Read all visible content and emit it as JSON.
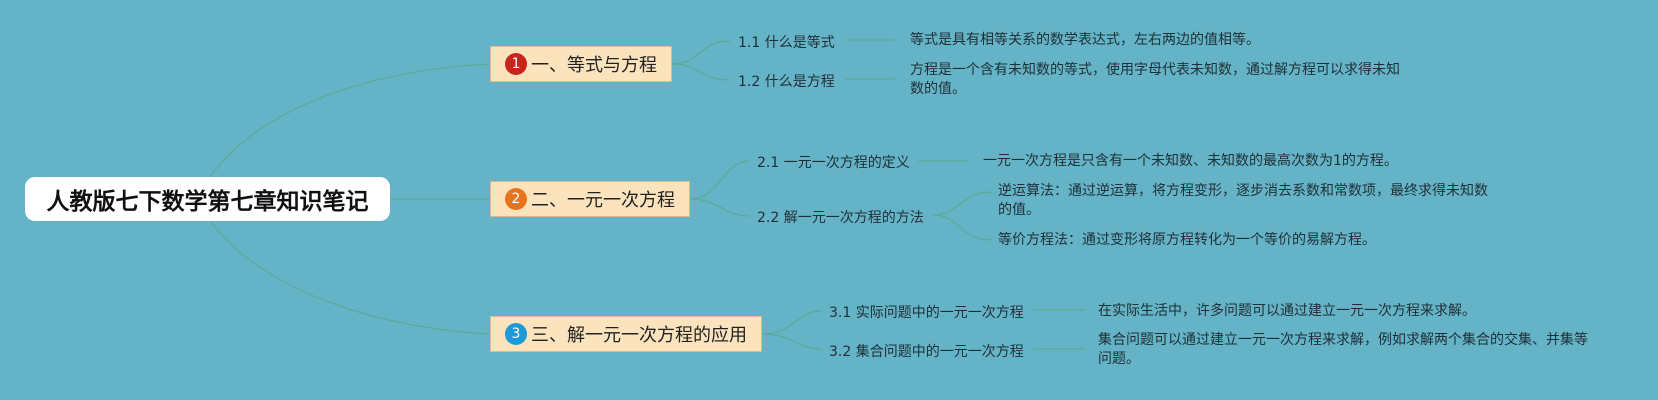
{
  "root": {
    "title": "人教版七下数学第七章知识笔记"
  },
  "branches": [
    {
      "number": "1",
      "badge_color": "#c8251c",
      "title": "一、等式与方程",
      "topics": [
        {
          "title": "1.1 什么是等式",
          "notes": [
            "等式是具有相等关系的数学表达式，左右两边的值相等。"
          ]
        },
        {
          "title": "1.2 什么是方程",
          "notes": [
            "方程是一个含有未知数的等式，使用字母代表未知数，通过解方程可以求得未知数的值。"
          ]
        }
      ]
    },
    {
      "number": "2",
      "badge_color": "#e8731f",
      "title": "二、一元一次方程",
      "topics": [
        {
          "title": "2.1 一元一次方程的定义",
          "notes": [
            "一元一次方程是只含有一个未知数、未知数的最高次数为1的方程。"
          ]
        },
        {
          "title": "2.2 解一元一次方程的方法",
          "notes": [
            "逆运算法：通过逆运算，将方程变形，逐步消去系数和常数项，最终求得未知数的值。",
            "等价方程法：通过变形将原方程转化为一个等价的易解方程。"
          ]
        }
      ]
    },
    {
      "number": "3",
      "badge_color": "#1d9bd8",
      "title": "三、解一元一次方程的应用",
      "topics": [
        {
          "title": "3.1 实际问题中的一元一次方程",
          "notes": [
            "在实际生活中，许多问题可以通过建立一元一次方程来求解。"
          ]
        },
        {
          "title": "3.2 集合问题中的一元一次方程",
          "notes": [
            "集合问题可以通过建立一元一次方程来求解，例如求解两个集合的交集、并集等问题。"
          ]
        }
      ]
    }
  ],
  "colors": {
    "background": "#65b3c7",
    "branch_fill": "#fbe3bd",
    "connector": "#5aa98a"
  }
}
